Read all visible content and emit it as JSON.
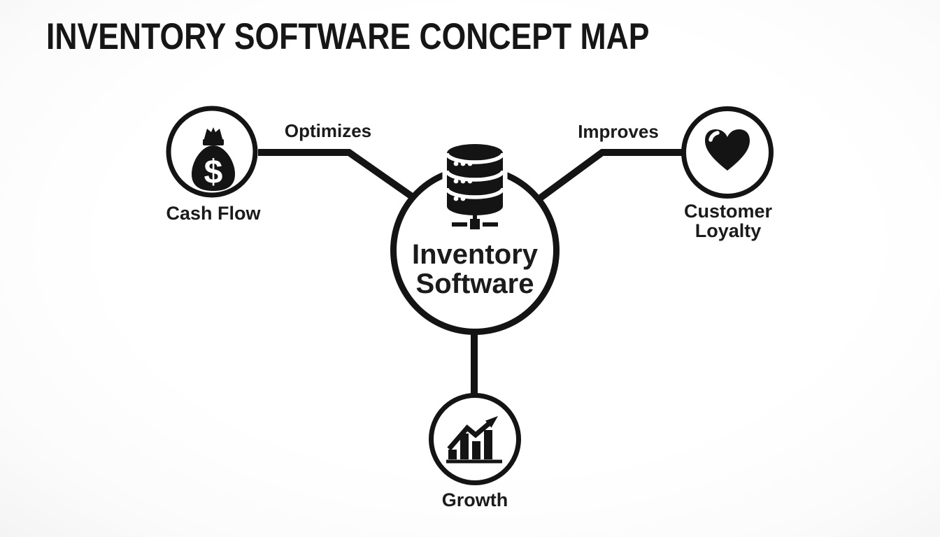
{
  "title": "INVENTORY SOFTWARE CONCEPT MAP",
  "colors": {
    "ink": "#141414",
    "background": "#fdfdfd",
    "node_fill": "#ffffff"
  },
  "center_node": {
    "id": "inventory-software",
    "label_line1": "Inventory",
    "label_line2": "Software",
    "icon": "database-network-icon"
  },
  "nodes": {
    "cash_flow": {
      "label": "Cash Flow",
      "icon": "money-bag-icon",
      "currency_symbol": "$"
    },
    "customer_loyalty": {
      "label_line1": "Customer",
      "label_line2": "Loyalty",
      "icon": "heart-icon"
    },
    "growth": {
      "label": "Growth",
      "icon": "growth-chart-icon"
    }
  },
  "edges": {
    "to_cash_flow": {
      "label": "Optimizes",
      "from": "Inventory Software",
      "to": "Cash Flow"
    },
    "to_customer_loyalty": {
      "label": "Improves",
      "from": "Inventory Software",
      "to": "Customer Loyalty"
    },
    "to_growth": {
      "label": "",
      "from": "Inventory Software",
      "to": "Growth"
    }
  }
}
